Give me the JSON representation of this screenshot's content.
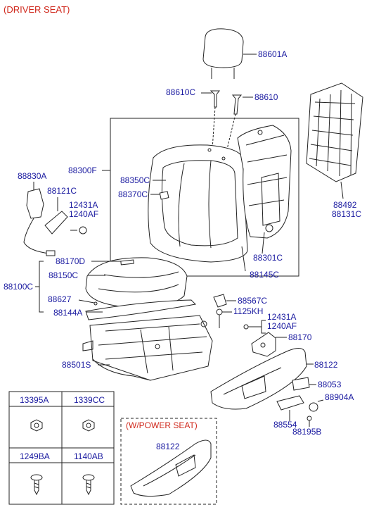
{
  "headings": {
    "driver_seat": "(DRIVER SEAT)",
    "power_seat": "(W/POWER SEAT)"
  },
  "labels": {
    "headrest": "88601A",
    "guide_left": "88610C",
    "guide_right": "88610",
    "back_assy": "88300F",
    "back_pad": "88350C",
    "back_pad_clip": "88370C",
    "buckle": "88830A",
    "buckle_cover": "88121C",
    "buckle_bolt": "12431A",
    "buckle_bolt_alt": "1240AF",
    "back_frame": "88301C",
    "back_cover": "88145C",
    "back_board_1": "88492",
    "back_board_2": "88131C",
    "cushion_assy": "88100C",
    "cushion_cover_trim": "88170D",
    "cushion_cover": "88150C",
    "wire_clip": "88627",
    "cushion_pad": "88144A",
    "track_assy": "88501S",
    "lever_bracket": "88567C",
    "screw_1125": "1125KH",
    "bolt_12431": "12431A",
    "bolt_1240": "1240AF",
    "bracket_88170": "88170",
    "side_shield": "88122",
    "knob": "88053",
    "cap": "88904A",
    "lever": "88554",
    "screw_88195": "88195B"
  },
  "fastener_table": {
    "cells": [
      "13395A",
      "1339CC",
      "1249BA",
      "1140AB"
    ]
  },
  "power_seat_label": "88122",
  "colors": {
    "label": "#1a1aa0",
    "heading": "#d0281c",
    "line": "#222222"
  }
}
